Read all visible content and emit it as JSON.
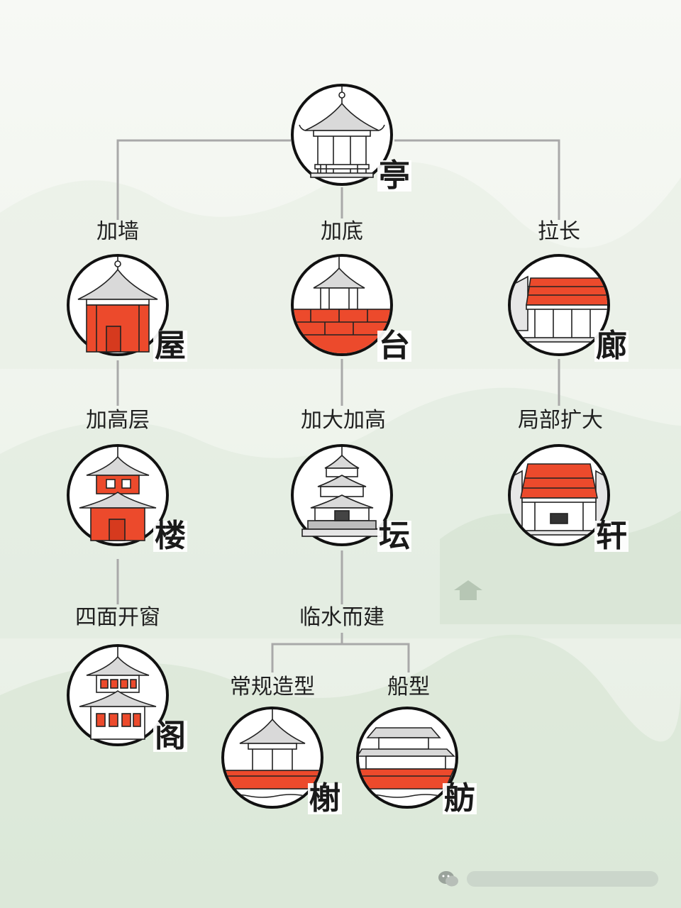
{
  "nodes": {
    "ting": {
      "char": "亭"
    },
    "wu": {
      "char": "屋"
    },
    "tai": {
      "char": "台"
    },
    "lang": {
      "char": "廊"
    },
    "lou": {
      "char": "楼"
    },
    "tan": {
      "char": "坛"
    },
    "xuan": {
      "char": "轩"
    },
    "ge": {
      "char": "阁"
    },
    "xie": {
      "char": "榭"
    },
    "fang": {
      "char": "舫"
    }
  },
  "edges": {
    "jia_qiang": "加墙",
    "jia_di": "加底",
    "la_chang": "拉长",
    "jia_gao_ceng": "加高层",
    "jia_da_jia_gao": "加大加高",
    "ju_bu_kuo_da": "局部扩大",
    "si_mian_kai_chuang": "四面开窗",
    "lin_shui_er_jian": "临水而建",
    "chang_gui_zao_xing": "常规造型",
    "chuan_xing": "船型"
  },
  "colors": {
    "accent_red": "#ec4a2c",
    "line": "#a9a9a9",
    "ink": "#1a1a1a"
  },
  "icons": {
    "watermark": "wechat-icon"
  }
}
